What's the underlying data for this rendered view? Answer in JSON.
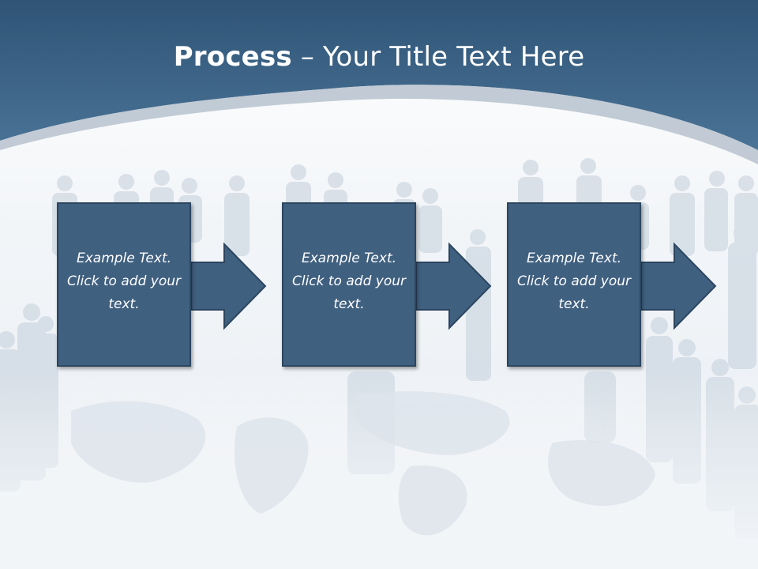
{
  "title": {
    "bold": "Process",
    "rest": " – Your Title Text Here"
  },
  "steps": [
    {
      "text": "Example Text. Click  to add your text."
    },
    {
      "text": "Example Text. Click  to add your text."
    },
    {
      "text": "Example Text. Click  to add your text."
    }
  ],
  "colors": {
    "header": "#3f6688",
    "box": "#406080",
    "text": "#ffffff"
  }
}
